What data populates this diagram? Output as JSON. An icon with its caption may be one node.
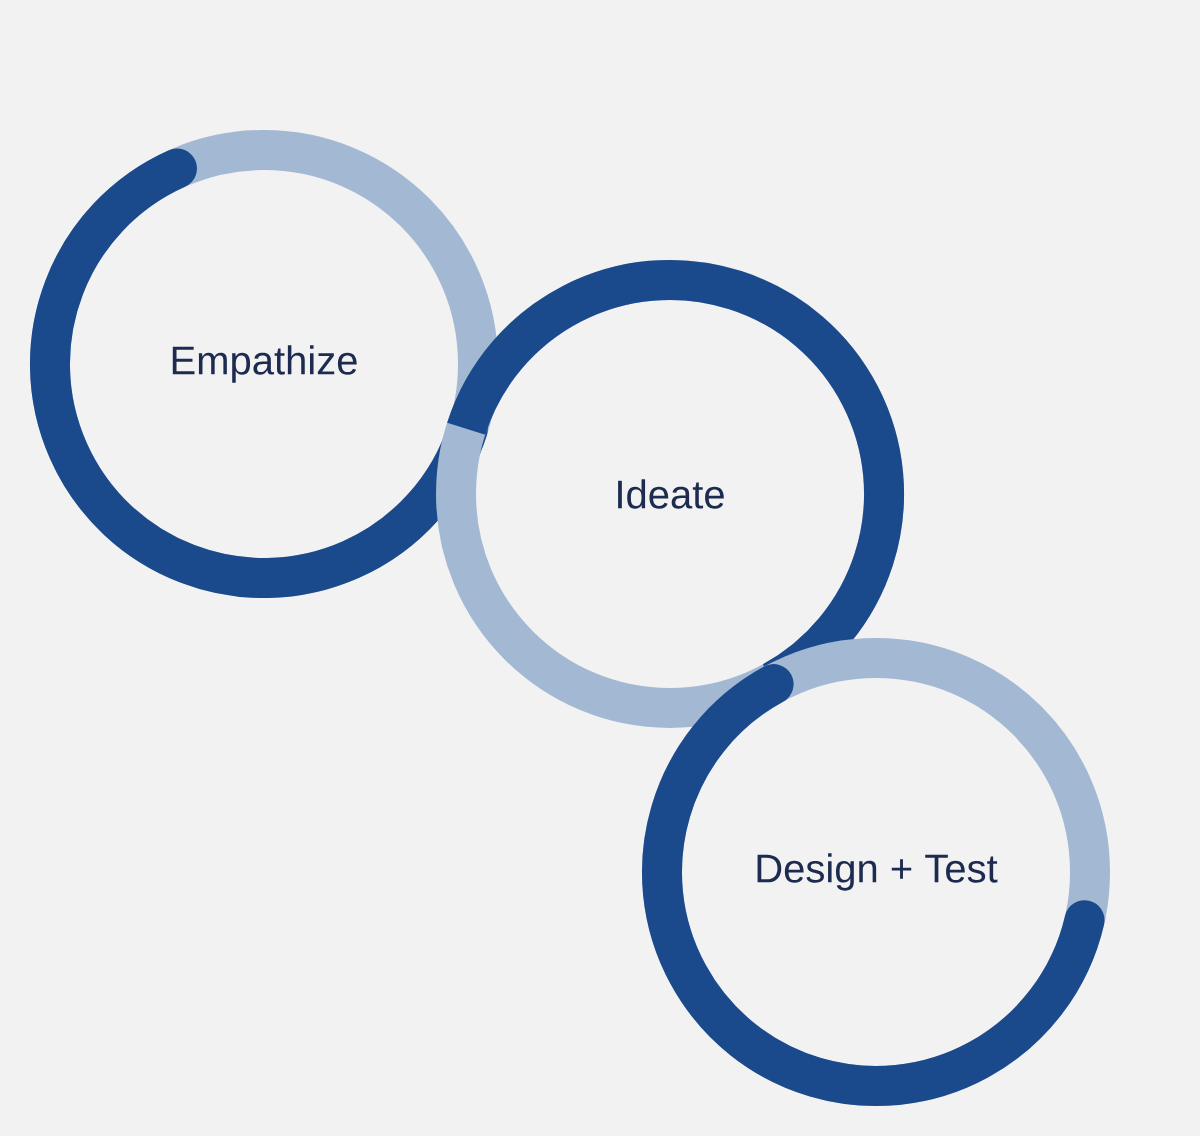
{
  "diagram": {
    "nodes": [
      {
        "text": [
          "Empathize"
        ]
      },
      {
        "text": [
          "Ideate"
        ]
      },
      {
        "text": [
          "Design + Test"
        ]
      }
    ]
  }
}
